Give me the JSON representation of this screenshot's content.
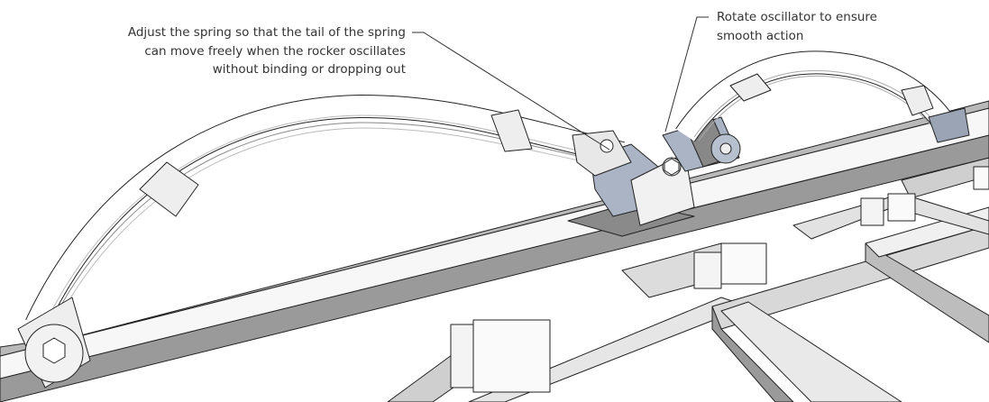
{
  "annotations": {
    "spring": {
      "lines": [
        "Adjust the spring so that the tail of the spring",
        "can move freely when the rocker oscillates",
        "without binding or dropping out"
      ]
    },
    "oscillator": {
      "lines": [
        "Rotate oscillator to ensure",
        "smooth action"
      ]
    }
  },
  "colors": {
    "line": "#222222",
    "face_light": "#ffffff",
    "face_mid": "#c8c8c8",
    "face_dark": "#8a8a8a",
    "bracket_blue": "#aab4c4"
  }
}
